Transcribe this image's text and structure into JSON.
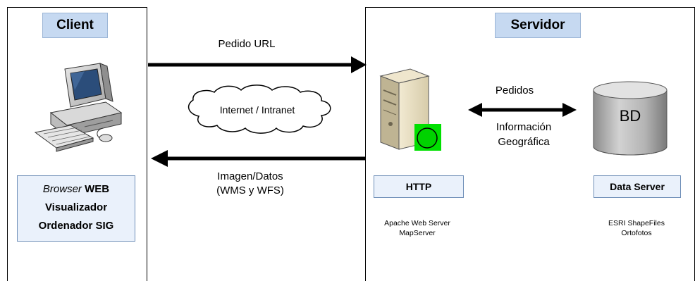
{
  "client": {
    "title": "Client",
    "box_line1_italic": "Browser",
    "box_line1_rest": " WEB",
    "box_line2": "Visualizador",
    "box_line3": "Ordenador SIG"
  },
  "server": {
    "title": "Servidor",
    "http_label": "HTTP",
    "http_detail_1": "Apache Web Server",
    "http_detail_2": "MapServer",
    "data_server_label": "Data Server",
    "data_detail_1": "ESRI ShapeFiles",
    "data_detail_2": "Ortofotos",
    "db_label": "BD"
  },
  "flows": {
    "request": "Pedido URL",
    "network": "Internet / Intranet",
    "response_1": "Imagen/Datos",
    "response_2": "(WMS y WFS)",
    "requests": "Pedidos",
    "geo_info_1": "Información",
    "geo_info_2": "Geográfica"
  },
  "colors": {
    "title_fill": "#c6d9f1",
    "label_fill": "#eaf1fb",
    "status_led": "#00e000"
  },
  "icons": [
    "computer-icon",
    "server-tower-icon",
    "database-cylinder-icon",
    "cloud-icon"
  ]
}
